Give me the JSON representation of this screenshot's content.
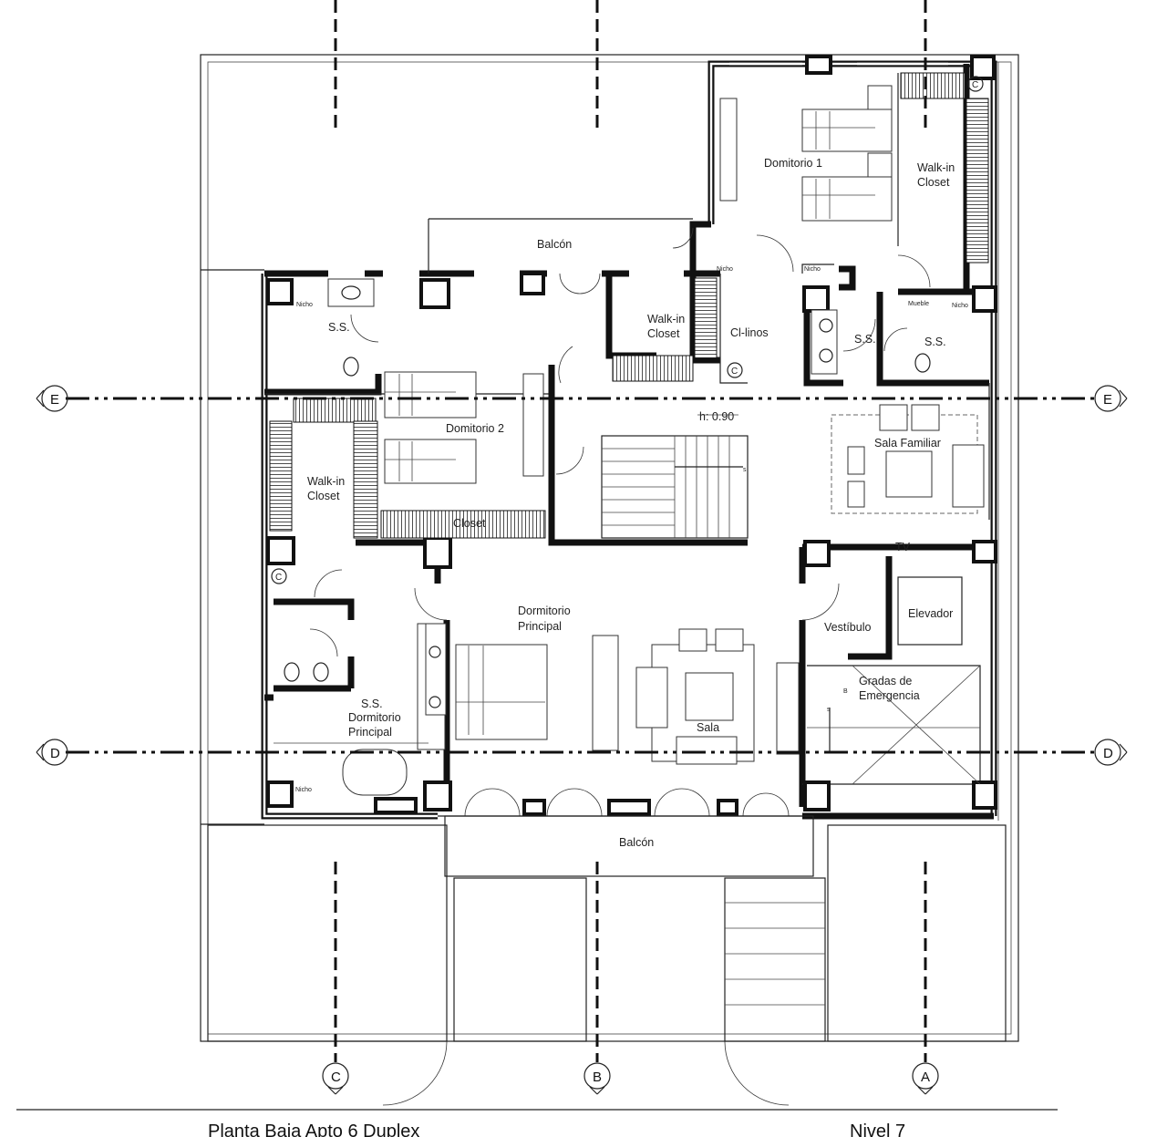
{
  "rooms": {
    "dormitorio_1": "Domitorio  1",
    "walkin_1_line1": "Walk-in",
    "walkin_1_line2": "Closet",
    "balcon_top": "Balcón",
    "nicho_a": "Nicho",
    "nicho_b": "Nicho",
    "nicho_c": "Nicho",
    "nicho_d": "Nicho",
    "nicho_e": "Nicho",
    "mueble": "Mueble",
    "ss_left": "S.S.",
    "walkin_2_line1": "Walk-in",
    "walkin_2_line2": "Closet",
    "cl_linos": "Cl-linos",
    "ss_mid": "S.S.",
    "ss_right": "S.S.",
    "dormitorio_2": "Domitorio  2",
    "h_090": "h: 0.90",
    "sala_familiar": "Sala Familiar",
    "walkin_3_line1": "Walk-in",
    "walkin_3_line2": "Closet",
    "closet": "Closet",
    "tv": "TV",
    "dorm_principal_line1": "Dormitorio",
    "dorm_principal_line2": "Principal",
    "vestibulo": "Vestíbulo",
    "elevador": "Elevador",
    "gradas_line1": "Gradas de",
    "gradas_line2": "Emergencia",
    "ss_principal_line1": "S.S.",
    "ss_principal_line2": "Dormitorio",
    "ss_principal_line3": "Principal",
    "sala": "Sala",
    "balcon_bottom": "Balcón",
    "c_mark_1": "C",
    "c_mark_2": "C",
    "c_mark_3": "C",
    "stair_s1": "s",
    "stair_s2": "s",
    "stair_b": "B"
  },
  "axes": {
    "e_left": "E",
    "e_right": "E",
    "d_left": "D",
    "d_right": "D",
    "c": "C",
    "b": "B",
    "a": "A"
  },
  "footer": {
    "title_left": "Planta Baja Apto 6 Duplex",
    "title_right": "Nivel 7"
  }
}
